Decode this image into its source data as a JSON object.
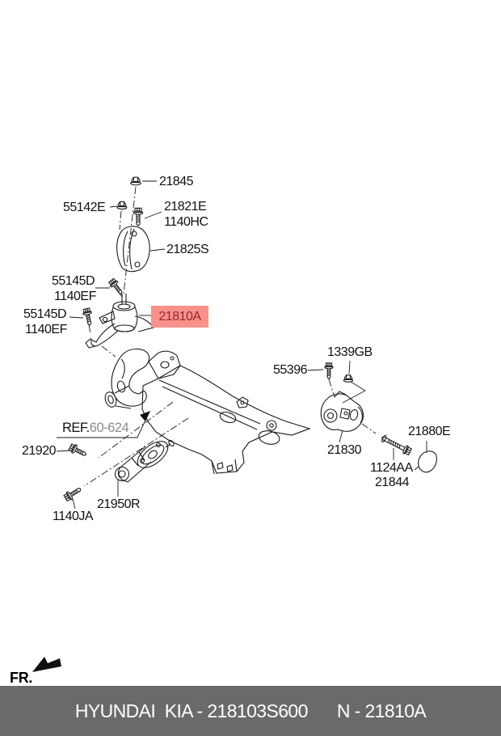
{
  "diagram": {
    "parts": {
      "p21845": "21845",
      "p55142E": "55142E",
      "p21821E": "21821E",
      "p1140HC": "1140HC",
      "p21825S": "21825S",
      "p55145D_a": "55145D",
      "p1140EF_a": "1140EF",
      "p55145D_b": "55145D",
      "p1140EF_b": "1140EF",
      "p21810A": "21810A",
      "p1339GB": "1339GB",
      "p55396": "55396",
      "p21830": "21830",
      "p21880E": "21880E",
      "p1124AA": "1124AA",
      "p21844": "21844",
      "p21920": "21920",
      "p21950R": "21950R",
      "p1140JA": "1140JA"
    },
    "ref": {
      "prefix": "REF.",
      "number": "60-624"
    },
    "fr_label": "FR.",
    "highlight": {
      "bg": "#f8918b",
      "text_color": "#93282c"
    },
    "line_color": "#1b1b1b"
  },
  "footer": {
    "left_text": "HYUNDAI  KIA - 218103S600",
    "right_text": "N - 21810A",
    "bg": "#6a6a6a",
    "text_color": "#ffffff"
  }
}
